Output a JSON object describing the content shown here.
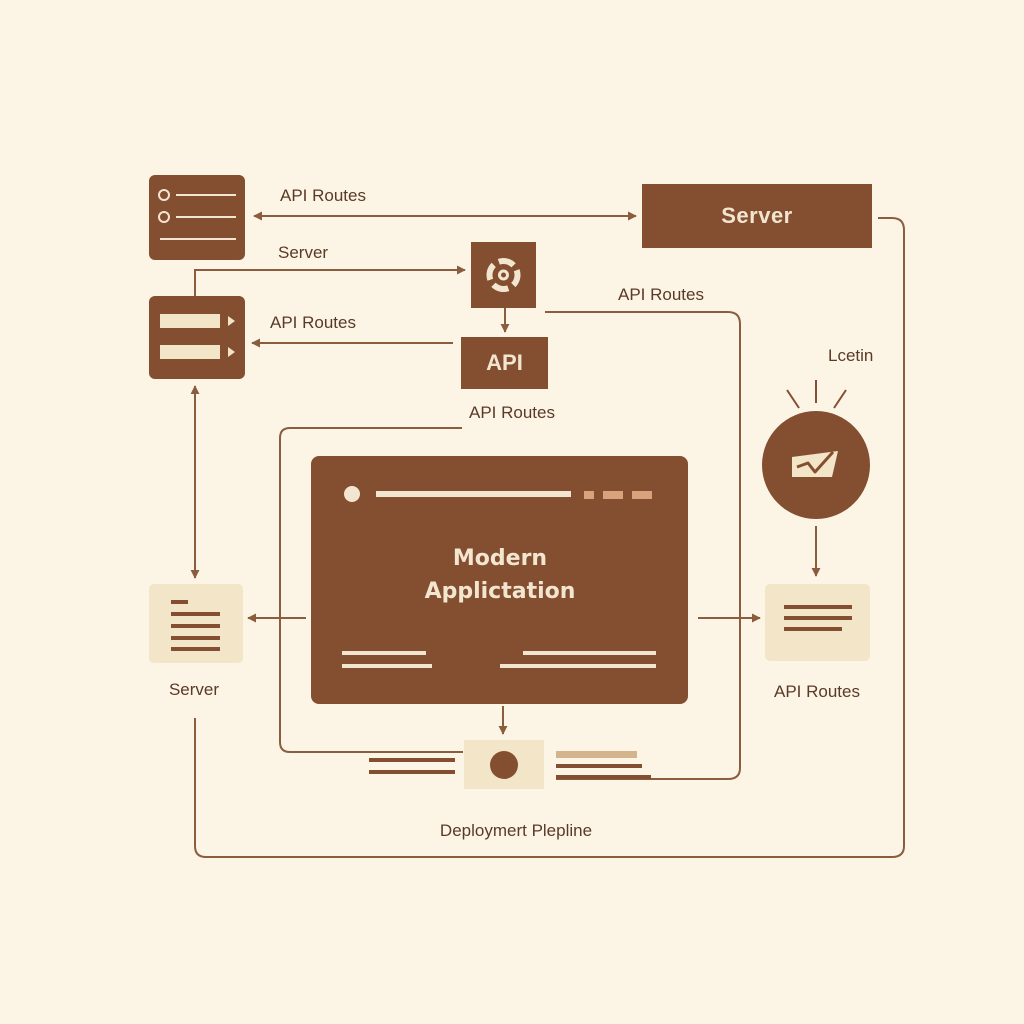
{
  "colors": {
    "background": "#fcf5e6",
    "brown": "#844f30",
    "line": "#8b5d3f",
    "light_card": "#f3e5c8",
    "text": "#5a3a26",
    "accent": "#d9a27c"
  },
  "labels": {
    "api_routes_top": "API Routes",
    "server_left": "Server",
    "api_routes_left": "API Routes",
    "api_routes_under_api": "API Routes",
    "api_routes_right_top": "API Routes",
    "server_box": "Server",
    "api_box": "API",
    "location": "Lcetin",
    "app_title_line1": "Modern",
    "app_title_line2": "Applictation",
    "server_bottom_left": "Server",
    "api_routes_bottom_right": "API Routes",
    "pipeline": "Deploymert Plepline"
  },
  "icons": {
    "list_card": "list-icon",
    "form_card": "form-icon",
    "hub": "lifebuoy-icon",
    "chart_circle": "chart-icon",
    "doc_left": "document-icon",
    "doc_right": "document-icon",
    "pipeline_node": "circle-node-icon"
  }
}
